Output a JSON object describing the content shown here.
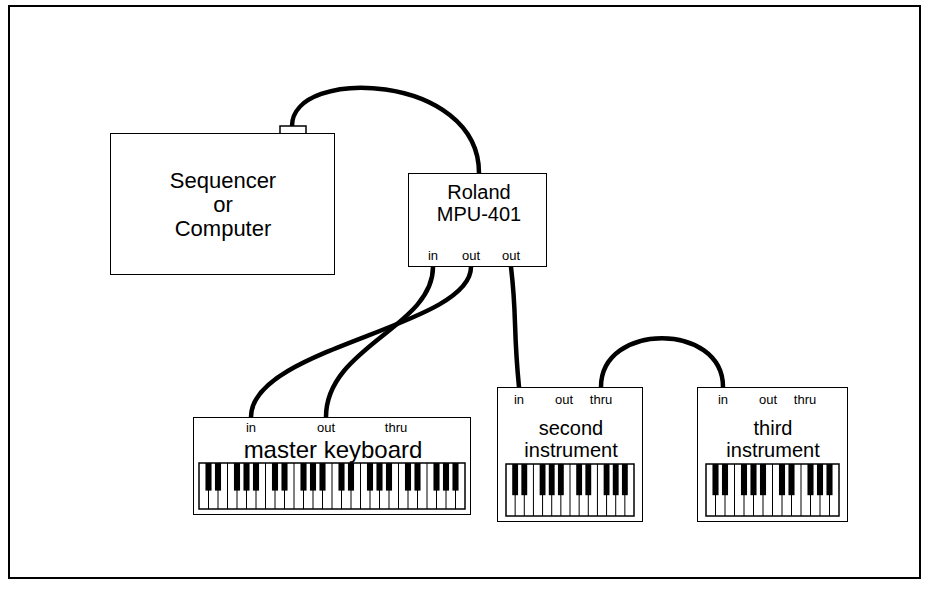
{
  "diagram": {
    "nodes": [
      {
        "text": [
          "Sequencer or Computer"
        ]
      },
      {
        "text": [
          "Roland MPU-401",
          "in",
          "out",
          "out"
        ]
      },
      {
        "text": [
          "in",
          "out",
          "thru",
          "master keyboard"
        ]
      },
      {
        "text": [
          "in",
          "out",
          "thru",
          "second instrument"
        ]
      },
      {
        "text": [
          "in",
          "out",
          "thru",
          "third instrument"
        ]
      }
    ],
    "edges": [
      {
        "from": 0,
        "to": 1,
        "arrow": "none"
      },
      {
        "from": 1,
        "to": 2,
        "arrow": "none"
      },
      {
        "from": 2,
        "to": 1,
        "arrow": "none"
      },
      {
        "from": 1,
        "to": 3,
        "arrow": "none"
      },
      {
        "from": 3,
        "to": 4,
        "arrow": "none"
      }
    ]
  }
}
